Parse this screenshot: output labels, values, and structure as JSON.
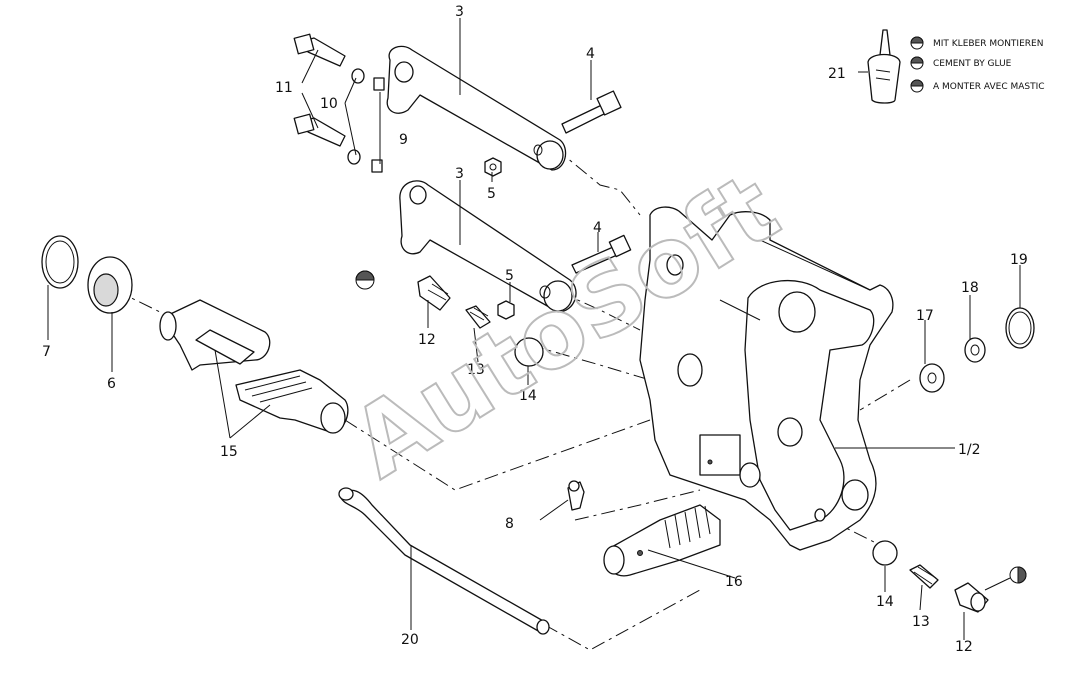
{
  "legend": {
    "part_number": "21",
    "lines": [
      "MIT KLEBER MONTIEREN",
      "CEMENT BY GLUE",
      "A MONTER AVEC MASTIC"
    ]
  },
  "watermark": "AutoSoft",
  "callouts": {
    "c3_top": "3",
    "c3_mid": "3",
    "c4_top": "4",
    "c4_mid": "4",
    "c5_top": "5",
    "c5_mid": "5",
    "c6": "6",
    "c7": "7",
    "c8": "8",
    "c9": "9",
    "c10": "10",
    "c11": "11",
    "c12_left": "12",
    "c12_right": "12",
    "c13_left": "13",
    "c13_right": "13",
    "c14_left": "14",
    "c14_right": "14",
    "c15": "15",
    "c16": "16",
    "c17": "17",
    "c18": "18",
    "c19": "19",
    "c20": "20",
    "c12_frame": "1/2"
  }
}
